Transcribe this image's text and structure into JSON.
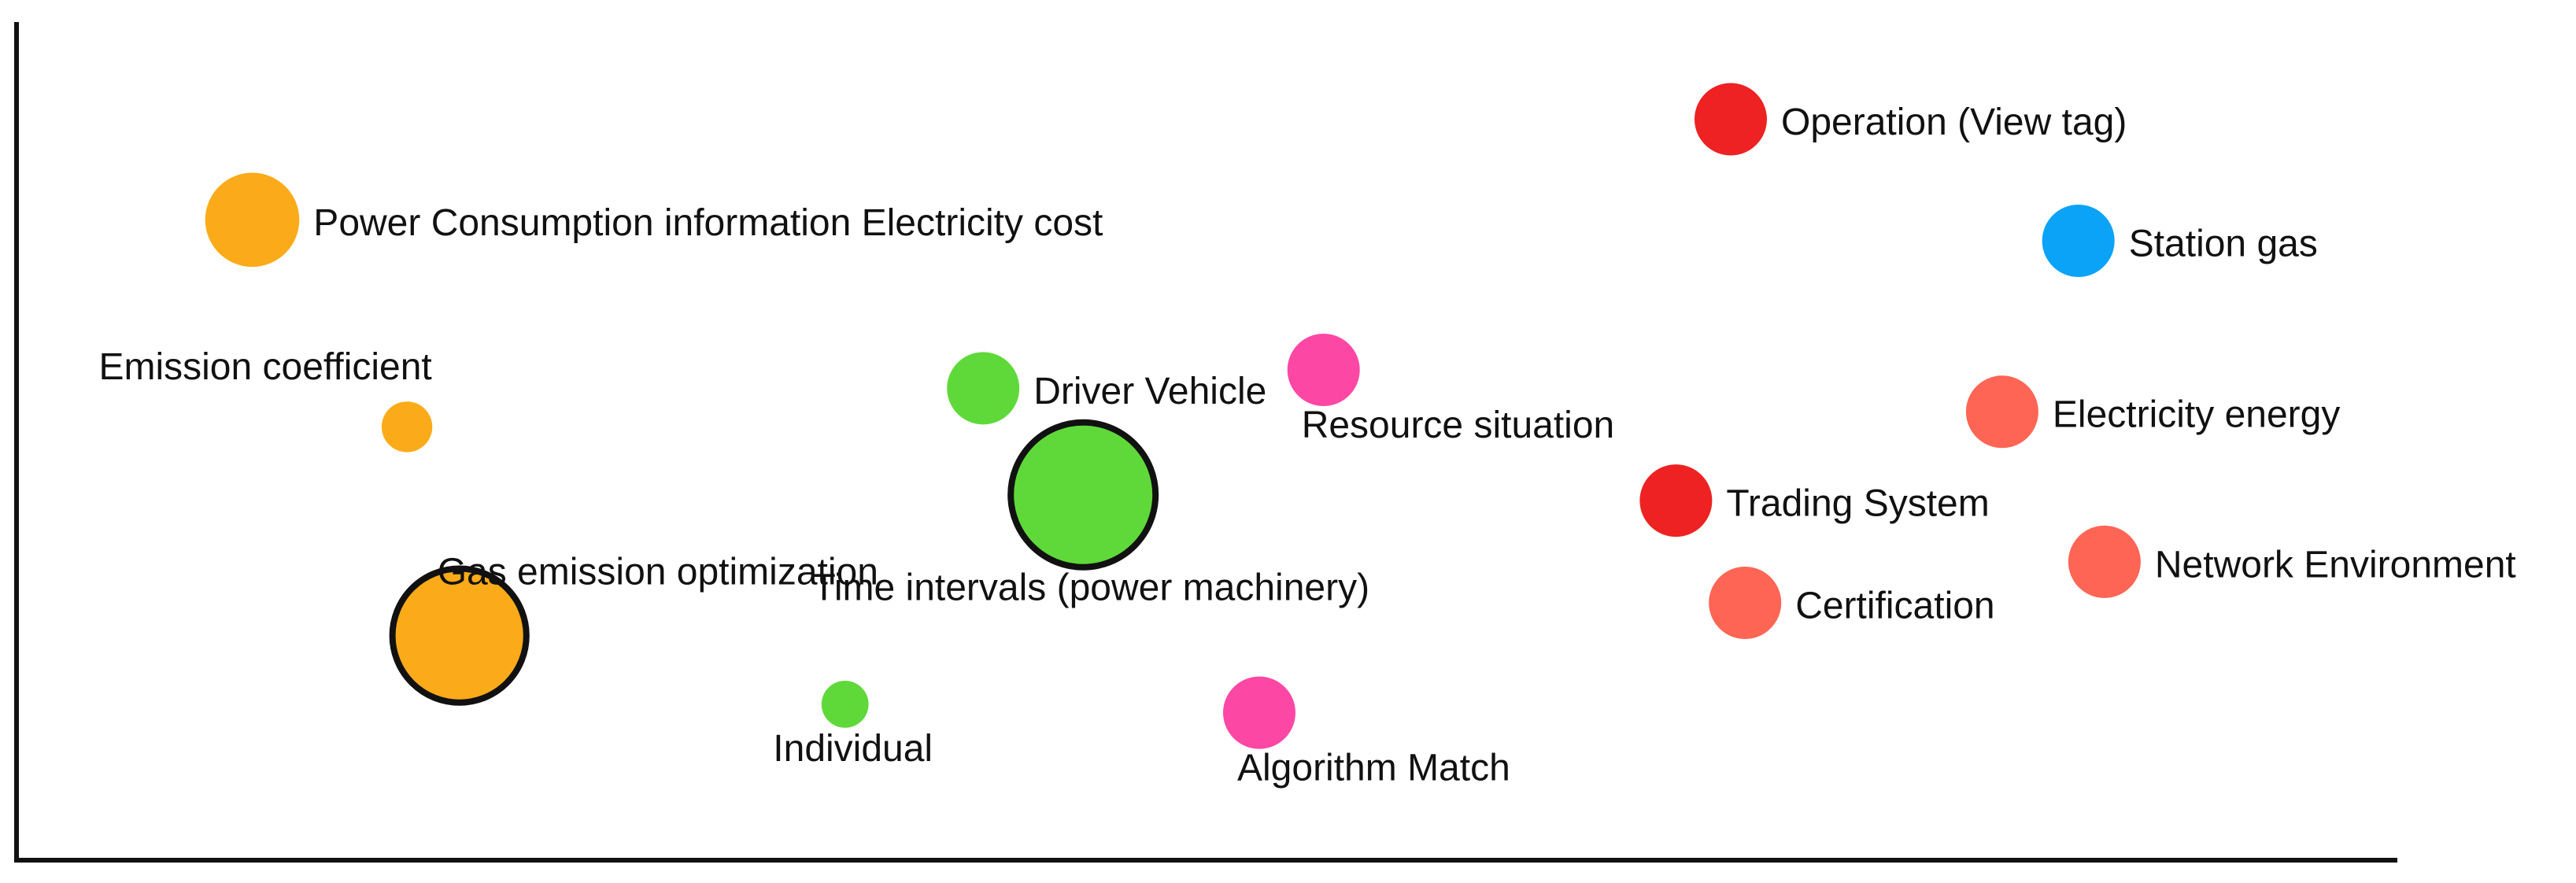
{
  "chart_data": {
    "type": "scatter",
    "subtype": "bubble",
    "title": "",
    "xlabel": "",
    "ylabel": "",
    "xlim": [
      0,
      100
    ],
    "ylim": [
      0,
      100
    ],
    "grid": false,
    "legend": "none",
    "points": [
      {
        "label": "Operation (View tag)",
        "x": 72.0,
        "y": 88.4,
        "size": 1.0,
        "color": "#ee2222",
        "outlined": false,
        "label_pos": "right"
      },
      {
        "label": "Power Consumption information Electricity cost",
        "x": 9.9,
        "y": 76.4,
        "size": 1.3,
        "color": "#fbab19",
        "outlined": false,
        "label_pos": "right"
      },
      {
        "label": "Station gas",
        "x": 86.6,
        "y": 73.9,
        "size": 1.0,
        "color": "#0aa3f7",
        "outlined": false,
        "label_pos": "right"
      },
      {
        "label": "Emission coefficient",
        "x": 16.4,
        "y": 51.7,
        "size": 0.7,
        "color": "#fbab19",
        "outlined": false,
        "label_pos": "above"
      },
      {
        "label": "Driver Vehicle",
        "x": 40.6,
        "y": 56.3,
        "size": 1.0,
        "color": "#5fd93a",
        "outlined": false,
        "label_pos": "right"
      },
      {
        "label": "Resource situation",
        "x": 54.9,
        "y": 58.5,
        "size": 1.0,
        "color": "#fd47a5",
        "outlined": false,
        "label_pos": "below-right"
      },
      {
        "label": "Electricity energy",
        "x": 83.4,
        "y": 53.5,
        "size": 1.0,
        "color": "#ff6554",
        "outlined": false,
        "label_pos": "right"
      },
      {
        "label": "Time intervals (power machinery)",
        "x": 44.8,
        "y": 43.6,
        "size": 2.0,
        "color": "#5fd93a",
        "outlined": true,
        "label_pos": "below"
      },
      {
        "label": "Trading System",
        "x": 69.7,
        "y": 42.9,
        "size": 1.0,
        "color": "#ee2222",
        "outlined": false,
        "label_pos": "right"
      },
      {
        "label": "Network Environment",
        "x": 87.7,
        "y": 35.6,
        "size": 1.0,
        "color": "#ff6554",
        "outlined": false,
        "label_pos": "right"
      },
      {
        "label": "Gas emission optimization",
        "x": 18.6,
        "y": 26.8,
        "size": 1.85,
        "color": "#fbab19",
        "outlined": true,
        "label_pos": "above-right"
      },
      {
        "label": "Certification",
        "x": 72.6,
        "y": 30.7,
        "size": 1.0,
        "color": "#ff6554",
        "outlined": false,
        "label_pos": "right"
      },
      {
        "label": "Individual",
        "x": 34.8,
        "y": 18.6,
        "size": 0.65,
        "color": "#5fd93a",
        "outlined": false,
        "label_pos": "below"
      },
      {
        "label": "Algorithm Match",
        "x": 52.2,
        "y": 17.6,
        "size": 1.0,
        "color": "#fd47a5",
        "outlined": false,
        "label_pos": "below-right"
      }
    ]
  }
}
